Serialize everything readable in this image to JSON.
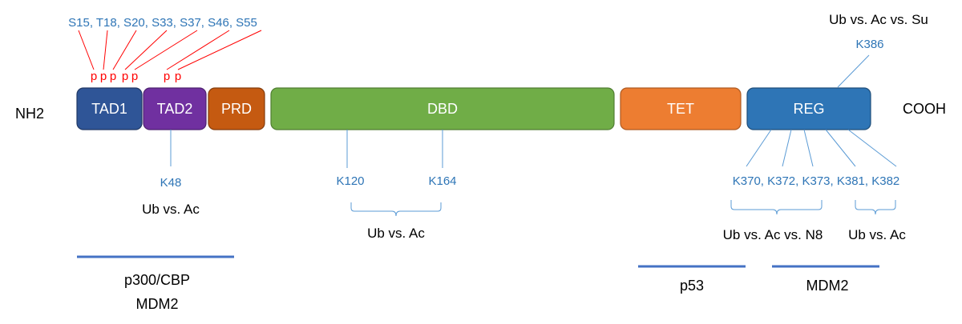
{
  "terminals": {
    "n": "NH2",
    "c": "COOH"
  },
  "domains": [
    {
      "label": "TAD1",
      "color": "#2F5597",
      "stroke": "#203864"
    },
    {
      "label": "TAD2",
      "color": "#7030A0",
      "stroke": "#4E2270"
    },
    {
      "label": "PRD",
      "color": "#C55A11",
      "stroke": "#843C0C"
    },
    {
      "label": "DBD",
      "color": "#70AD47",
      "stroke": "#507E32"
    },
    {
      "label": "TET",
      "color": "#ED7D31",
      "stroke": "#AE5A21"
    },
    {
      "label": "REG",
      "color": "#2E75B6",
      "stroke": "#1F4E79"
    }
  ],
  "phospho": {
    "sites": "S15, T18, S20, S33, S37, S46, S55",
    "marker": "p"
  },
  "k386": {
    "site": "K386",
    "label": "Ub vs. Ac vs. Su"
  },
  "k48": {
    "site": "K48",
    "label": "Ub vs. Ac"
  },
  "dbd_sites": {
    "k120": "K120",
    "k164": "K164",
    "label": "Ub vs. Ac"
  },
  "reg_sites": {
    "sites": "K370, K372, K373, K381, K382",
    "label1": "Ub vs. Ac vs. N8",
    "label2": "Ub vs. Ac"
  },
  "binding": [
    {
      "lines": [
        "p300/CBP",
        "MDM2"
      ]
    },
    {
      "lines": [
        "p53"
      ]
    },
    {
      "lines": [
        "MDM2"
      ]
    }
  ],
  "colors": {
    "site_text": "#2E75B6",
    "phospho": "#FF0000",
    "leader": "#5B9BD5",
    "binding_bar": "#4472C4"
  }
}
